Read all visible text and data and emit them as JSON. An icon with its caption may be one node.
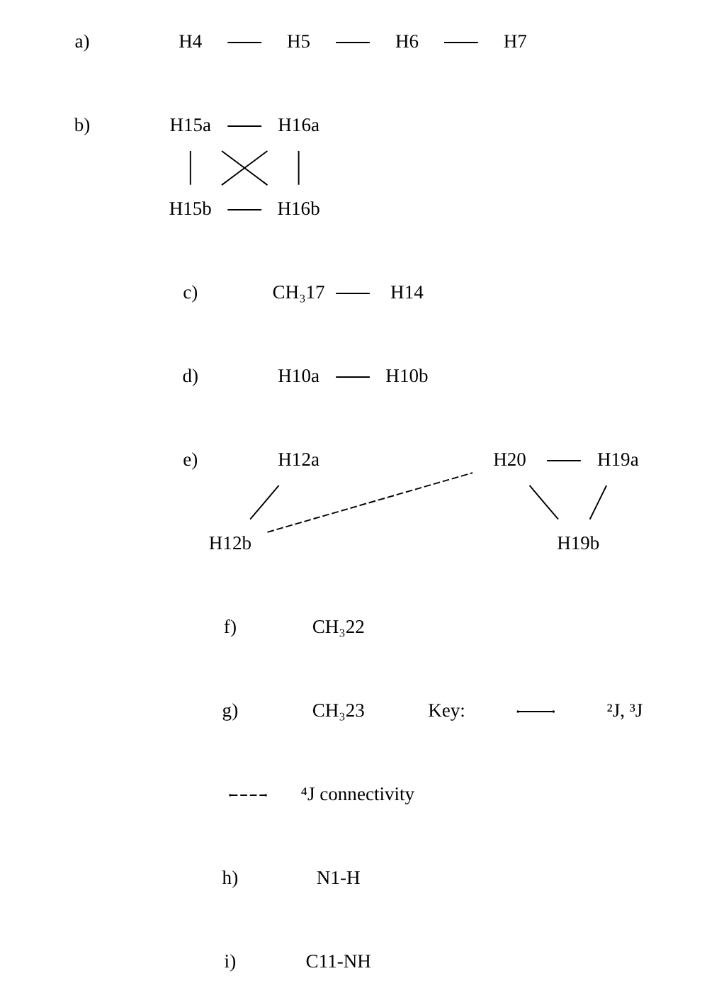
{
  "diagram": {
    "nodes": [
      {
        "text": [
          "H4"
        ]
      },
      {
        "text": [
          "H5"
        ]
      },
      {
        "text": [
          "H6"
        ]
      },
      {
        "text": [
          "H7"
        ]
      },
      {
        "text": [
          "H15a"
        ]
      },
      {
        "text": [
          "H16a"
        ]
      },
      {
        "text": [
          "H15b"
        ]
      },
      {
        "text": [
          "H16b"
        ]
      },
      {
        "text": [
          "CH₃17"
        ]
      },
      {
        "text": [
          "H14"
        ]
      },
      {
        "text": [
          "H10a"
        ]
      },
      {
        "text": [
          "H10b"
        ]
      },
      {
        "text": [
          "H12a"
        ]
      },
      {
        "text": [
          "H20"
        ]
      },
      {
        "text": [
          "H19a"
        ]
      },
      {
        "text": [
          "H12b"
        ]
      },
      {
        "text": [
          "H19b"
        ]
      },
      {
        "text": [
          "CH₃22"
        ]
      },
      {
        "text": [
          "CH₃23"
        ]
      },
      {
        "text": [
          "N1-H"
        ]
      },
      {
        "text": [
          "C11-NH"
        ]
      }
    ],
    "edges": [
      {
        "from": 0,
        "to": 1,
        "arrow": "none"
      },
      {
        "from": 1,
        "to": 2,
        "arrow": "none"
      },
      {
        "from": 2,
        "to": 3,
        "arrow": "none"
      },
      {
        "from": 4,
        "to": 5,
        "arrow": "none"
      },
      {
        "from": 4,
        "to": 6,
        "arrow": "none"
      },
      {
        "from": 4,
        "to": 7,
        "arrow": "none"
      },
      {
        "from": 5,
        "to": 6,
        "arrow": "none"
      },
      {
        "from": 5,
        "to": 7,
        "arrow": "none"
      },
      {
        "from": 6,
        "to": 7,
        "arrow": "none"
      },
      {
        "from": 8,
        "to": 9,
        "arrow": "none"
      },
      {
        "from": 10,
        "to": 11,
        "arrow": "none"
      },
      {
        "from": 12,
        "to": 15,
        "arrow": "none"
      },
      {
        "from": 15,
        "to": 13,
        "arrow": "none",
        "style": "dashed"
      },
      {
        "from": 13,
        "to": 14,
        "arrow": "none"
      },
      {
        "from": 13,
        "to": 16,
        "arrow": "none"
      },
      {
        "from": 14,
        "to": 16,
        "arrow": "none"
      }
    ],
    "labels": [
      "a)",
      "b)",
      "c)",
      "d)",
      "e)",
      "f)",
      "g)",
      "Key:",
      "h)",
      "i)"
    ],
    "legend": [
      {
        "text": "²J, ³J"
      },
      {
        "text": "⁴J connectivity"
      }
    ]
  }
}
